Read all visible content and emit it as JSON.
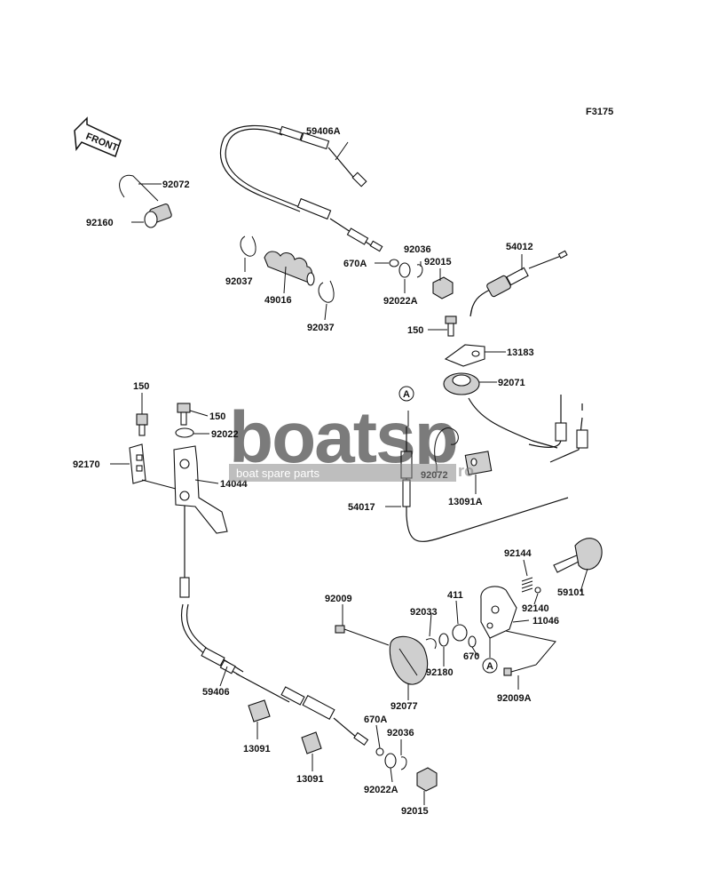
{
  "figure_code": "F3175",
  "front_label": "FRONT",
  "ref_marker": "A",
  "watermark": {
    "brand": "boatsp",
    "tagline": "boat spare parts",
    "suffix": "ro"
  },
  "parts": [
    "59406A",
    "92072",
    "92160",
    "92037",
    "49016",
    "92037",
    "670A",
    "92036",
    "92015",
    "92022A",
    "54012",
    "150",
    "13183",
    "92071",
    "150",
    "150",
    "92022",
    "92170",
    "14044",
    "54017",
    "92072",
    "13091A",
    "92144",
    "59101",
    "411",
    "92140",
    "92009",
    "92033",
    "11046",
    "670",
    "92180",
    "92009A",
    "92077",
    "59406",
    "13091",
    "13091",
    "670A",
    "92036",
    "92022A",
    "92015"
  ]
}
